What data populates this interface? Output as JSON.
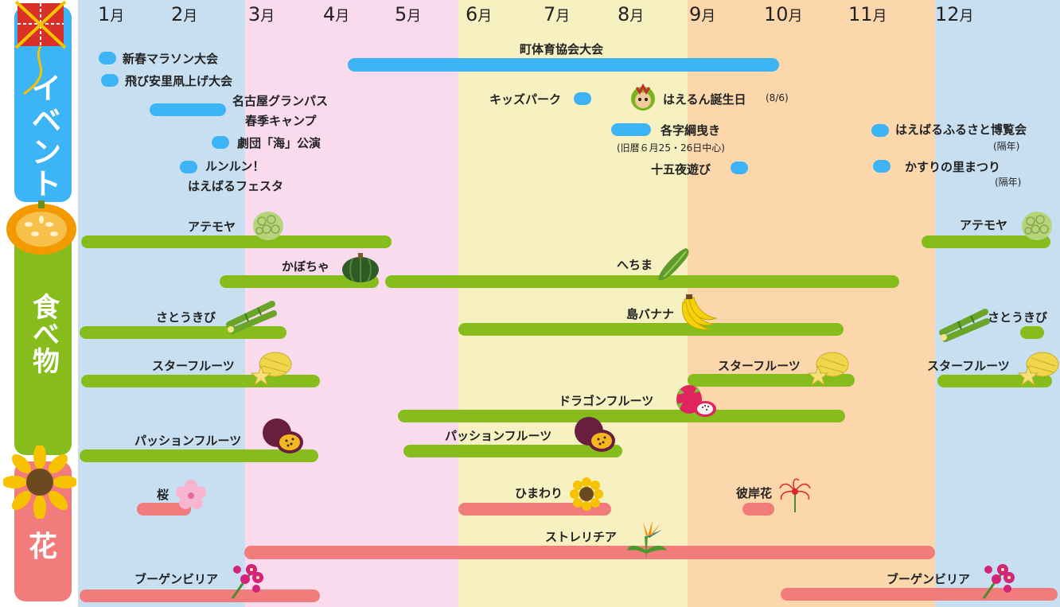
{
  "months": [
    "1",
    "2",
    "3",
    "4",
    "5",
    "6",
    "7",
    "8",
    "9",
    "10",
    "11",
    "12"
  ],
  "month_suffix": "月",
  "categories": {
    "event": "イベント",
    "food": "食べ物",
    "flower": "花"
  },
  "events": {
    "marathon": "新春マラソン大会",
    "kite": "飛び安里凧上げ大会",
    "grampus_1": "名古屋グランパス",
    "grampus_2": "春季キャンプ",
    "theater": "劇団「海」公演",
    "fest_1": "ルンルン！",
    "fest_2": "はえばるフェスタ",
    "sports": "町体育協会大会",
    "kids": "キッズパーク",
    "birthday": "はえるん誕生日",
    "birthday_date": "(8/6)",
    "tug": "各字綱曳き",
    "tug_note": "(旧暦６月25・26日中心)",
    "jugoya": "十五夜遊び",
    "expo": "はえばるふるさと博覧会",
    "expo_note": "(隔年)",
    "kasuri": "かすりの里まつり",
    "kasuri_note": "(隔年)"
  },
  "foods": {
    "atemoya": "アテモヤ",
    "kabocha": "かぼちゃ",
    "hechima": "へちま",
    "sugarcane": "さとうきび",
    "banana": "島バナナ",
    "starfruit": "スターフルーツ",
    "dragonfruit": "ドラゴンフルーツ",
    "passionfruit": "パッションフルーツ"
  },
  "flowers": {
    "sakura": "桜",
    "himawari": "ひまわり",
    "higanbana": "彼岸花",
    "strelitzia": "ストレリチア",
    "bougainvillea": "ブーゲンビリア"
  },
  "colors": {
    "winter": "#c7dff0",
    "spring": "#fadaed",
    "summer": "#f7f1c1",
    "autumn": "#fcd7ab",
    "event_bar": "#3db4f5",
    "food_bar": "#86bd1d",
    "flower_bar": "#f27b7b"
  }
}
